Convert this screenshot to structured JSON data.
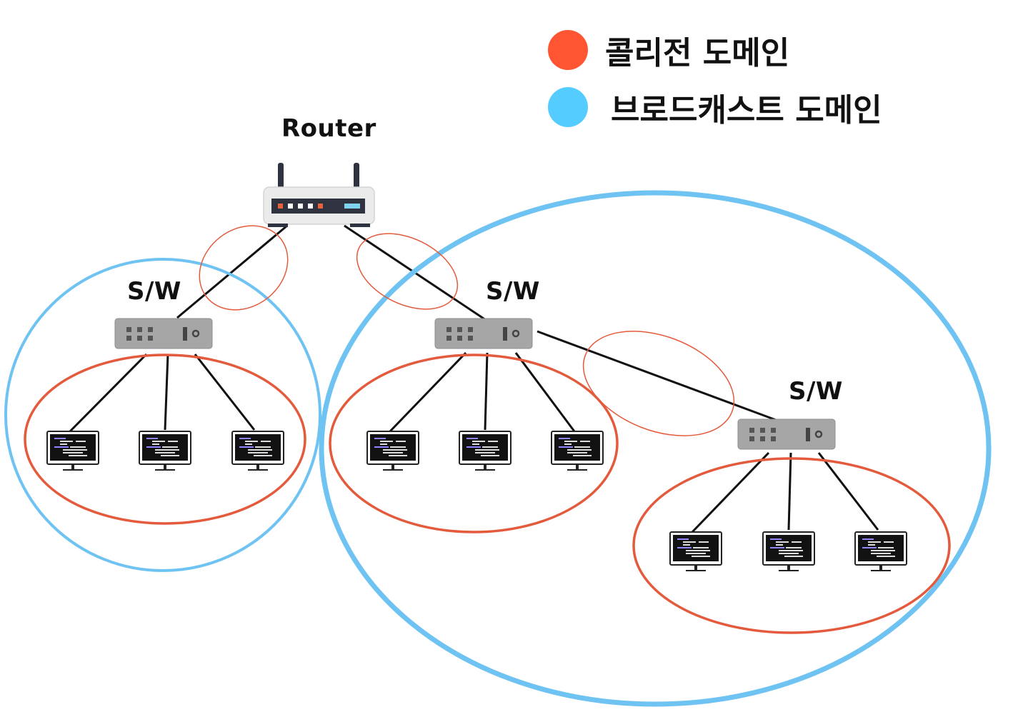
{
  "legend": {
    "collision": {
      "label": "콜리전 도메인",
      "color": "#ff5533"
    },
    "broadcast": {
      "label": "브로드캐스트 도메인",
      "color": "#55ccff"
    }
  },
  "router": {
    "label": "Router"
  },
  "switches": [
    {
      "id": "sw1",
      "label": "S/W"
    },
    {
      "id": "sw2",
      "label": "S/W"
    },
    {
      "id": "sw3",
      "label": "S/W"
    }
  ],
  "colors": {
    "collision_stroke": "#e45a3c",
    "broadcast_stroke": "#6fc3f2",
    "link": "#111111",
    "device_gray": "#a6a6a6",
    "router_body": "#ebebeb",
    "router_panel": "#2f3340",
    "router_led_orange": "#e8623e",
    "router_led_blue": "#7fd3ee"
  }
}
